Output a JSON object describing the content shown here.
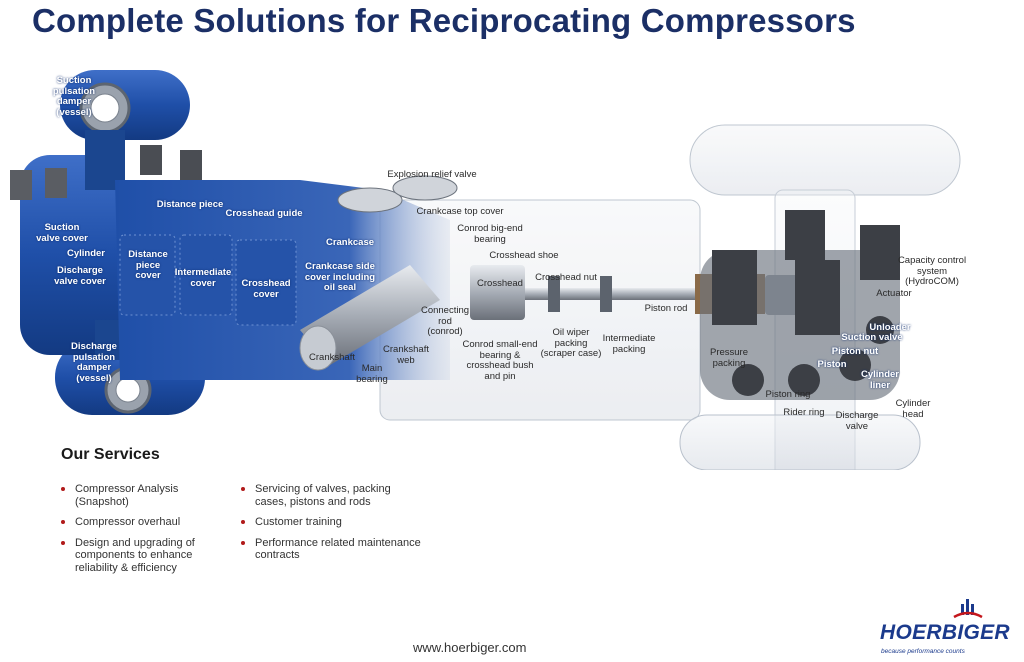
{
  "title": "Complete Solutions for Reciprocating Compressors",
  "labels": {
    "suction_pulsation_damper": "Suction\npulsation\ndamper\n(vessel)",
    "suction_valve_cover": "Suction\nvalve cover",
    "cylinder": "Cylinder",
    "discharge_valve_cover": "Discharge\nvalve cover",
    "discharge_pulsation_damper": "Discharge\npulsation\ndamper\n(vessel)",
    "distance_piece": "Distance piece",
    "distance_piece_cover": "Distance\npiece\ncover",
    "intermediate_cover": "Intermediate\ncover",
    "crosshead_cover": "Crosshead\ncover",
    "crosshead_guide": "Crosshead guide",
    "crankcase": "Crankcase",
    "crankcase_side_cover": "Crankcase side\ncover including\noil seal",
    "explosion_relief_valve": "Explosion relief valve",
    "crankcase_top_cover": "Crankcase top cover",
    "conrod_big_end_bearing": "Conrod big-end\nbearing",
    "crosshead_shoe": "Crosshead shoe",
    "crosshead": "Crosshead",
    "crosshead_nut": "Crosshead nut",
    "crankshaft": "Crankshaft",
    "main_bearing": "Main\nbearing",
    "crankshaft_web": "Crankshaft\nweb",
    "connecting_rod": "Connecting\nrod\n(conrod)",
    "conrod_small_end": "Conrod small-end\nbearing &\ncrosshead bush\nand pin",
    "oil_wiper_packing": "Oil wiper\npacking\n(scraper case)",
    "intermediate_packing": "Intermediate\npacking",
    "piston_rod": "Piston rod",
    "pressure_packing": "Pressure\npacking",
    "capacity_control": "Capacity control\nsystem\n(HydroCOM)",
    "actuator": "Actuator",
    "unloader": "Unloader",
    "suction_valve": "Suction valve",
    "piston_nut": "Piston nut",
    "piston": "Piston",
    "cylinder_liner": "Cylinder\nliner",
    "piston_ring": "Piston ring",
    "rider_ring": "Rider ring",
    "discharge_valve": "Discharge\nvalve",
    "cylinder_head": "Cylinder\nhead"
  },
  "services": {
    "heading": "Our Services",
    "left": [
      "Compressor Analysis\n(Snapshot)",
      "Compressor overhaul",
      "Design and upgrading of\ncomponents to enhance\nreliability & efficiency"
    ],
    "right": [
      "Servicing of valves, packing\ncases, pistons and rods",
      "Customer training",
      "Performance related maintenance\ncontracts"
    ]
  },
  "footer": {
    "url": "www.hoerbiger.com"
  },
  "logo": {
    "name": "HOERBIGER",
    "tagline": "because performance counts"
  },
  "colors": {
    "title": "#1b2f66",
    "compressor_blue": "#1f4fa8",
    "bullet": "#b11a1a",
    "logo": "#1b3a8c"
  }
}
